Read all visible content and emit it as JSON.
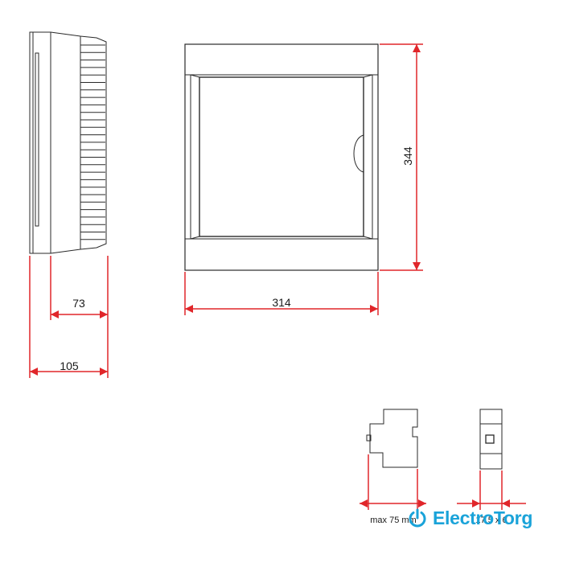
{
  "dimensions": {
    "depth_inner": "73",
    "depth_total": "105",
    "width": "314",
    "height": "344",
    "module_depth": "max 75 mm",
    "module_width": "17.5 x 6"
  },
  "brand": {
    "name": "ElectroTorg",
    "color": "#1aa3d9"
  },
  "colors": {
    "dimension_line": "#e0262a",
    "outline": "#2a2a2a"
  }
}
